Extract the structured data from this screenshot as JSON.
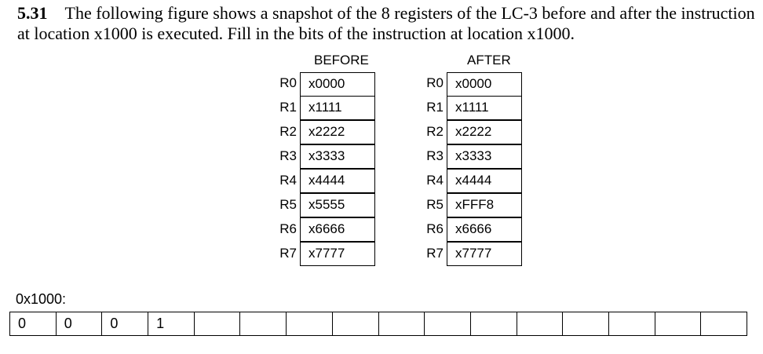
{
  "problem": {
    "number": "5.31",
    "text": "The following figure shows a snapshot of the 8 registers of the LC-3 before and after the instruction at location x1000 is executed. Fill in the bits of the instruction at location x1000."
  },
  "before": {
    "header": "BEFORE",
    "registers": [
      {
        "name": "R0",
        "value": "x0000"
      },
      {
        "name": "R1",
        "value": "x1111"
      },
      {
        "name": "R2",
        "value": "x2222"
      },
      {
        "name": "R3",
        "value": "x3333"
      },
      {
        "name": "R4",
        "value": "x4444"
      },
      {
        "name": "R5",
        "value": "x5555"
      },
      {
        "name": "R6",
        "value": "x6666"
      },
      {
        "name": "R7",
        "value": "x7777"
      }
    ]
  },
  "after": {
    "header": "AFTER",
    "registers": [
      {
        "name": "R0",
        "value": "x0000"
      },
      {
        "name": "R1",
        "value": "x1111"
      },
      {
        "name": "R2",
        "value": "x2222"
      },
      {
        "name": "R3",
        "value": "x3333"
      },
      {
        "name": "R4",
        "value": "x4444"
      },
      {
        "name": "R5",
        "value": "xFFF8"
      },
      {
        "name": "R6",
        "value": "x6666"
      },
      {
        "name": "R7",
        "value": "x7777"
      }
    ]
  },
  "instruction": {
    "address_label": "0x1000:",
    "bits": [
      "0",
      "0",
      "0",
      "1",
      "",
      "",
      "",
      "",
      "",
      "",
      "",
      "",
      "",
      "",
      "",
      ""
    ]
  }
}
